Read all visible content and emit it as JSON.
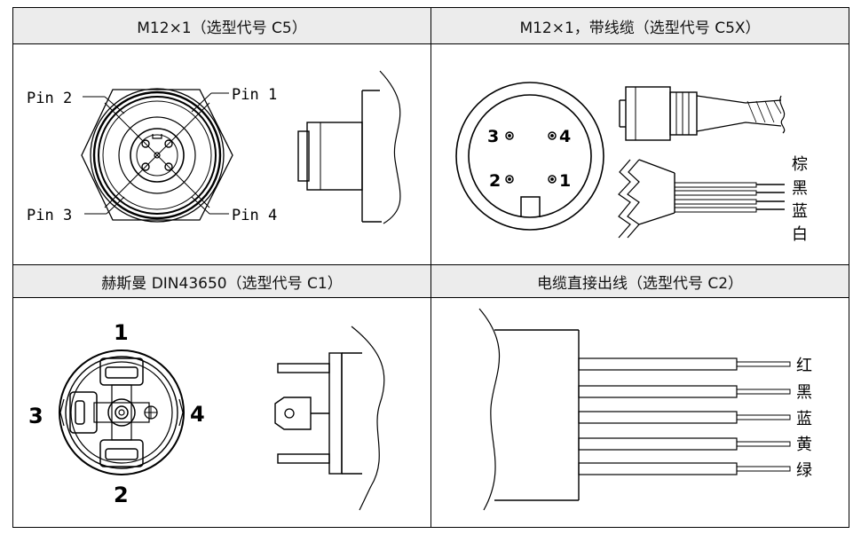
{
  "panels": {
    "m12": {
      "title": "M12×1（选型代号 C5）",
      "pins": [
        "Pin 2",
        "Pin 1",
        "Pin 3",
        "Pin 4"
      ]
    },
    "m12_cable": {
      "title": "M12×1，带线缆（选型代号 C5X）",
      "pin_numbers": [
        "3",
        "4",
        "2",
        "1"
      ],
      "wire_colors": [
        "棕",
        "黑",
        "蓝",
        "白"
      ]
    },
    "din": {
      "title": "赫斯曼  DIN43650（选型代号 C1）",
      "pin_numbers": [
        "1",
        "3",
        "4",
        "2"
      ]
    },
    "direct": {
      "title": "电缆直接出线（选型代号 C2）",
      "wire_colors": [
        "红",
        "黑",
        "蓝",
        "黄",
        "绿"
      ]
    }
  },
  "colors": {
    "header_bg": "#ececec",
    "line": "#000000"
  }
}
